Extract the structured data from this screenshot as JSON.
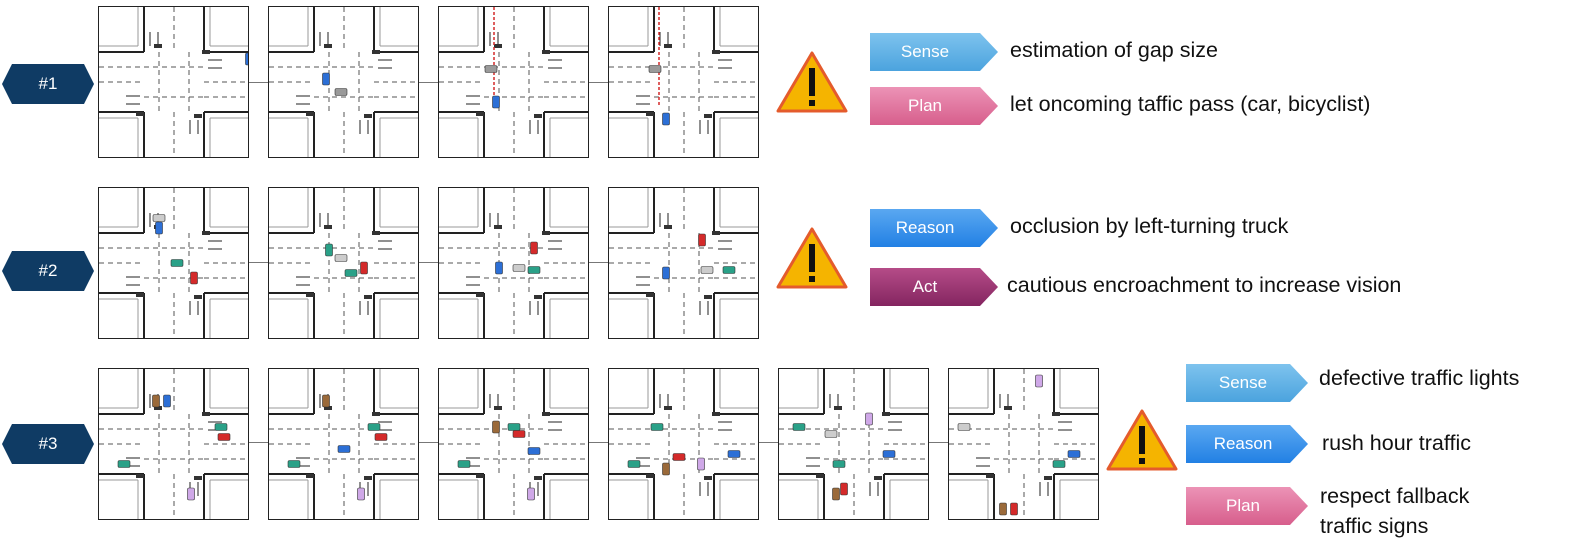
{
  "colors": {
    "badge": "#0f3b64",
    "sense": "#5aaee3",
    "reason": "#2f8ce9",
    "plan": "#dd6f98",
    "act": "#962d6c",
    "warning_fill": "#f5b400",
    "warning_border": "#e45b2c"
  },
  "rows": [
    {
      "badge": "#1",
      "icon": "warning-triangle-icon",
      "items": [
        {
          "tag": "Sense",
          "text": "estimation of gap size"
        },
        {
          "tag": "Plan",
          "text": "let oncoming taffic pass (car, bicyclist)"
        }
      ]
    },
    {
      "badge": "#2",
      "icon": "warning-triangle-icon",
      "items": [
        {
          "tag": "Reason",
          "text": "occlusion by left-turning truck"
        },
        {
          "tag": "Act",
          "text": "cautious encroachment to increase vision"
        }
      ]
    },
    {
      "badge": "#3",
      "icon": "warning-triangle-icon",
      "items": [
        {
          "tag": "Sense",
          "text": "defective traffic lights"
        },
        {
          "tag": "Reason",
          "text": "rush hour traffic"
        },
        {
          "tag": "Plan",
          "text": "respect fallback",
          "text2": "traffic signs"
        }
      ]
    }
  ]
}
